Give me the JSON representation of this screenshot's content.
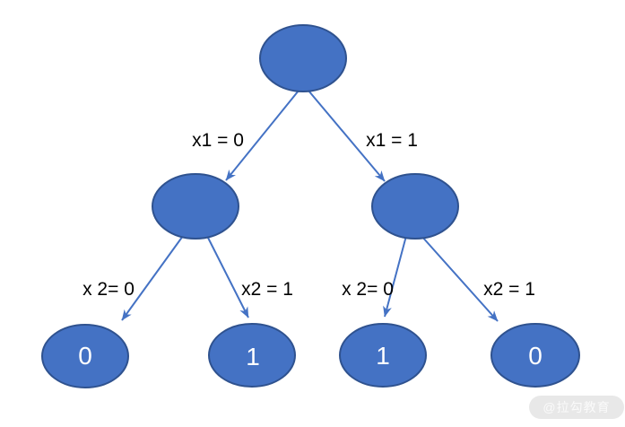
{
  "diagram": {
    "type": "decision-tree",
    "colors": {
      "node_fill": "#4472C4",
      "node_border": "#2F528F",
      "arrow": "#4472C4",
      "edge_label_text": "#000000",
      "leaf_text": "#FFFFFF"
    },
    "root": {
      "id": "root",
      "label": ""
    },
    "internal_nodes": [
      {
        "id": "node-x2-left",
        "label": ""
      },
      {
        "id": "node-x2-right",
        "label": ""
      }
    ],
    "edges": [
      {
        "label": "x1 = 0",
        "from": "root",
        "to": "node-x2-left"
      },
      {
        "label": "x1 = 1",
        "from": "root",
        "to": "node-x2-right"
      },
      {
        "label": "x 2= 0",
        "from": "node-x2-left",
        "to": "leaf-1"
      },
      {
        "label": "x2 = 1",
        "from": "node-x2-left",
        "to": "leaf-2"
      },
      {
        "label": "x 2= 0",
        "from": "node-x2-right",
        "to": "leaf-3"
      },
      {
        "label": "x2 = 1",
        "from": "node-x2-right",
        "to": "leaf-4"
      }
    ],
    "leaves": [
      {
        "id": "leaf-1",
        "value": "0"
      },
      {
        "id": "leaf-2",
        "value": "1"
      },
      {
        "id": "leaf-3",
        "value": "1"
      },
      {
        "id": "leaf-4",
        "value": "0"
      }
    ]
  },
  "watermark": {
    "text": "@拉勾教育"
  }
}
